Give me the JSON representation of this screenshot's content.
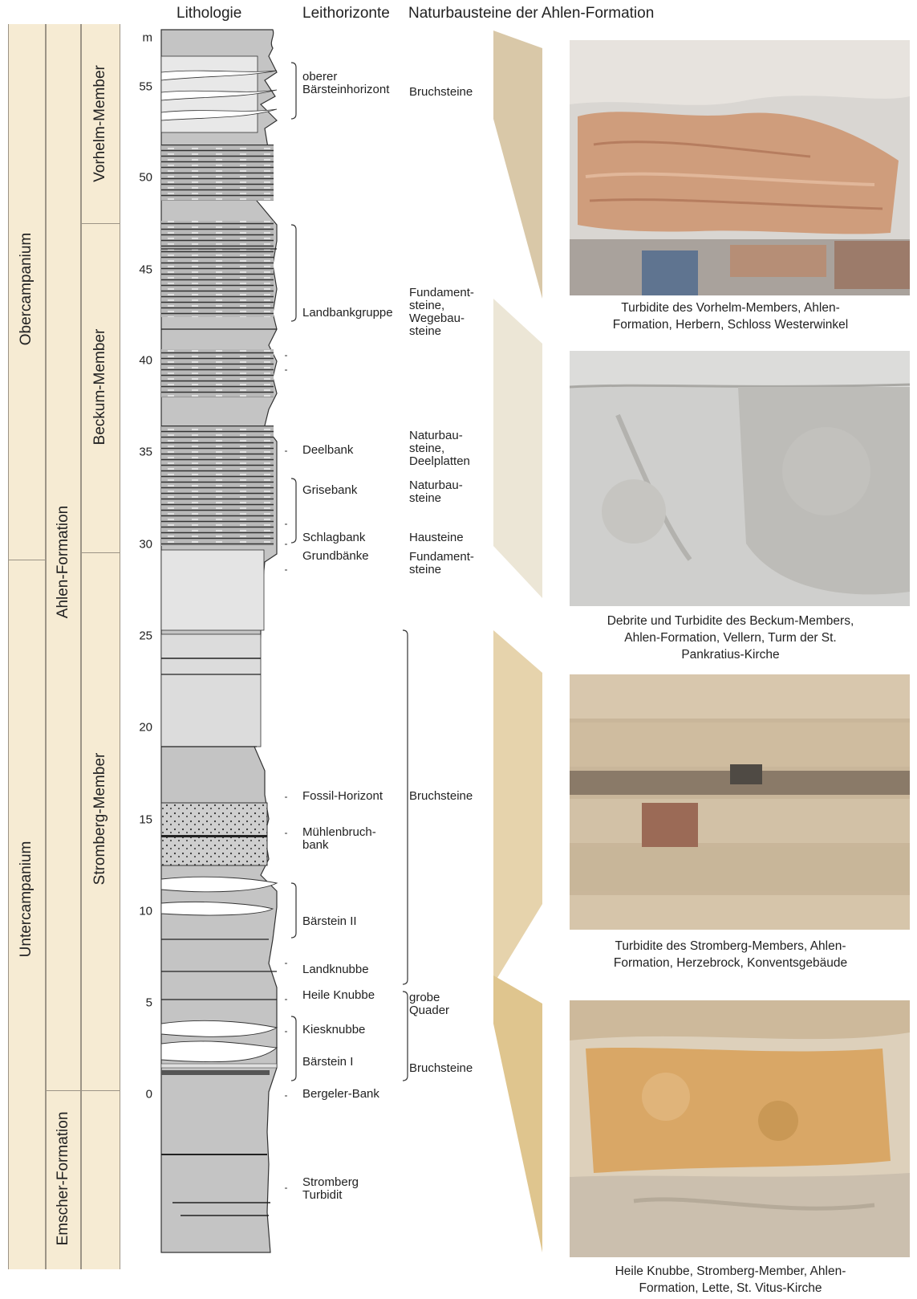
{
  "headers": {
    "lithologie": "Lithologie",
    "leithorizonte": "Leithorizonte",
    "naturbausteine": "Naturbausteine der Ahlen-Formation"
  },
  "stages": {
    "obercampanium": "Obercampanium",
    "untercampanium": "Untercampanium"
  },
  "formations": {
    "ahlen": "Ahlen-Formation",
    "emscher": "Emscher-Formation"
  },
  "members": {
    "vorhelm": "Vorhelm-Member",
    "beckum": "Beckum-Member",
    "stromberg": "Stromberg-Member"
  },
  "scale": {
    "unit": "m",
    "ticks": [
      "55",
      "50",
      "45",
      "40",
      "35",
      "30",
      "25",
      "20",
      "15",
      "10",
      "5",
      "0"
    ]
  },
  "horizons": {
    "oberer": "oberer\nBärsteinhorizont",
    "landbank": "Landbankgruppe",
    "deelbank": "Deelbank",
    "grisebank": "Grisebank",
    "schlagbank": "Schlagbank",
    "grundbaenke": "Grundbänke",
    "fossil": "Fossil-Horizont",
    "muehlenbruch": "Mühlenbruch-\nbank",
    "baerstein2": "Bärstein  II",
    "landknubbe": "Landknubbe",
    "heileknubbe": "Heile Knubbe",
    "kiesknubbe": "Kiesknubbe",
    "baerstein1": "Bärstein I",
    "bergeler": "Bergeler-Bank",
    "stromberg_turbidit": "Stromberg\nTurbidit"
  },
  "uses": {
    "bruchsteine_top": "Bruchsteine",
    "fundament_wege": "Fundament-\nsteine,\nWegebau-\nsteine",
    "naturbau_deel": "Naturbau-\nsteine,\nDeelplatten",
    "naturbau": "Naturbau-\nsteine",
    "hausteine": "Hausteine",
    "fundament": "Fundament-\nsteine",
    "bruchsteine_mid": "Bruchsteine",
    "grobe_quader": "grobe\nQuader",
    "bruchsteine_low": "Bruchsteine"
  },
  "captions": {
    "photo1": "Turbidite des Vorhelm-Members, Ahlen-\nFormation, Herbern, Schloss Westerwinkel",
    "photo2": "Debrite und Turbidite des Beckum-Members,\nAhlen-Formation, Vellern, Turm der St.\nPankratius-Kirche",
    "photo3": "Turbidite des Stromberg-Members,  Ahlen-\nFormation, Herzebrock, Konventsgebäude",
    "photo4": "Heile Knubbe, Stromberg-Member, Ahlen-\nFormation, Lette, St. Vitus-Kirche"
  },
  "colors": {
    "band": "#f6ebd3",
    "wedge_vorhelm": "#d9c8a8",
    "wedge_beckum": "#ece6d6",
    "wedge_stromberg": "#e6d3ac",
    "wedge_heile": "#dfc58e"
  }
}
